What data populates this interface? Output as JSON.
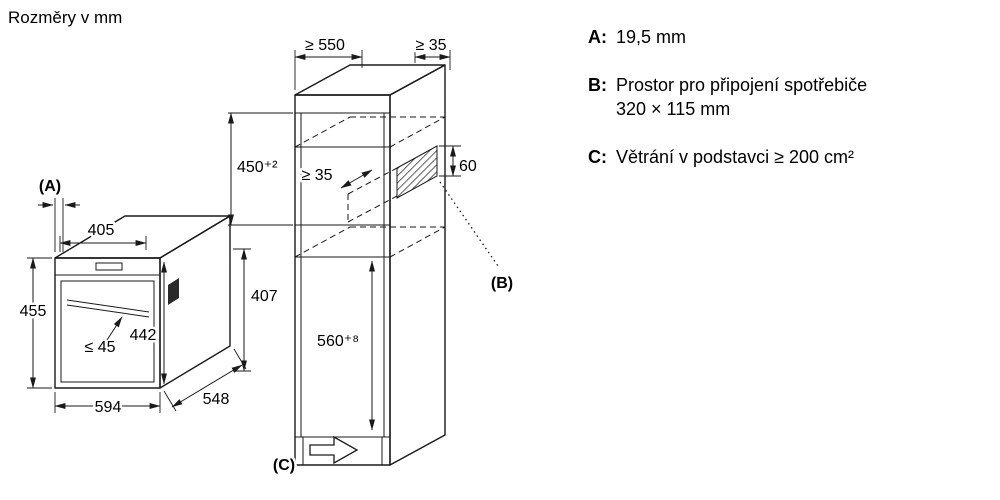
{
  "title": "Rozměry v mm",
  "legend": {
    "a_key": "A:",
    "a_text": "19,5 mm",
    "b_key": "B:",
    "b_text1": "Prostor pro připojení spotřebiče",
    "b_text2": "320 × 115 mm",
    "c_key": "C:",
    "c_text": "Větrání v podstavci ≥ 200 cm²"
  },
  "oven_dims": {
    "label_a": "(A)",
    "width_top": "405",
    "height_left": "455",
    "width_bottom": "594",
    "depth": "548",
    "height_inner": "442",
    "height_right": "407",
    "handle": "≤ 45"
  },
  "cabinet_dims": {
    "depth_top": "≥ 550",
    "gap_top": "≥ 35",
    "niche_height": "450⁺²",
    "gap_inner": "≥ 35",
    "connection": "60",
    "lower_niche_height": "560⁺⁸",
    "label_b": "(B)",
    "label_c": "(C)"
  },
  "colors": {
    "line": "#1a1a1a",
    "text": "#000000",
    "background": "#ffffff"
  }
}
